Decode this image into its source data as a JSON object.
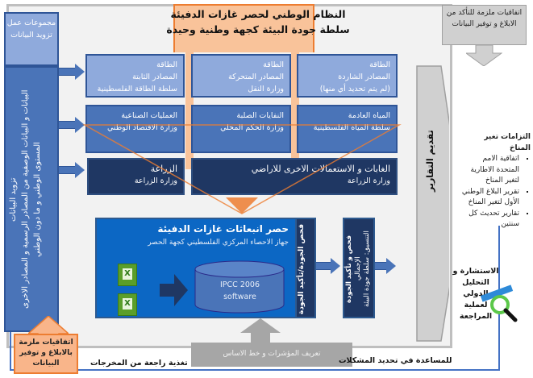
{
  "title": {
    "line1": "النظام الوطني لحصر غازات الدفيئة",
    "line2": "سلطة جودة البيئة كجهة وطنية وحيدة"
  },
  "left_panel": {
    "workgroups": "مجموعات عمل تزويد البيانات",
    "data_supply": "تزويد البيانات",
    "data_supply_detail": "البيانات و البيانات الوصفية من المصادر الرسمية و المصادر الاخرى",
    "level": "المستوى الوطني و ما دون الوطني"
  },
  "sectors": [
    {
      "title": "الطاقة",
      "subtitle": "المصادر الثابتة",
      "agency": "سلطة الطاقة الفلسطينية"
    },
    {
      "title": "الطاقة",
      "subtitle": "المصادر المتحركة",
      "agency": "وزارة النقل"
    },
    {
      "title": "الطاقة",
      "subtitle": "المصادر الشاردة",
      "agency": "(لم يتم تحديد أي منها)"
    },
    {
      "title": "العمليات الصناعية",
      "agency": "وزارة الاقتصاد الوطني"
    },
    {
      "title": "النفايات الصلبة",
      "agency": "وزارة الحكم المحلي"
    },
    {
      "title": "المياه العادمة",
      "agency": "سلطة المياه الفلسطينية"
    },
    {
      "title": "الزراعة",
      "agency": "وزارة الزراعة"
    },
    {
      "title": "الغابات و الاستعمالات الاخرى للاراضي",
      "agency": "وزارة الزراعة"
    }
  ],
  "inventory": {
    "title": "حصر انبعاثات غازات الدفيئة",
    "subtitle": "جهاز الاحصاء المركزي الفلسطيني كجهة الحصر",
    "software_line1": "IPCC 2006",
    "software_line2": "software",
    "file_icon": "excel-file-icon"
  },
  "qc_box": "فحص الجودة/تأكيد الجودة",
  "qa_box": {
    "line1": "فحص و تأكيد الجودة",
    "line2": "الإجمالي",
    "line3": "التنسيق: سلطة جودة البيئة"
  },
  "reports": "تقديم التقارير",
  "agreements_top": "اتفاقيات ملزمة للتأكد من الابلاغ و توفير البيانات",
  "agreements_bottom": "اتفاقيات ملزمة بالابلاغ و توفير البيانات",
  "obligations": {
    "heading": "التزامات تغير المناخ",
    "items": [
      "اتفاقية الامم المتحدة الاطارية لتغير المناخ",
      "تقرير البلاغ الوطني الأول لتغير المناخ",
      "تقارير تحديث كل سنتين"
    ]
  },
  "consultation": "الاستشارة و التحليل الدولي لعملية المراجعة",
  "indicators": "تعريف المؤشرات و خط الاساس",
  "feedback": "تغذية راجعة من المخرجات",
  "problem_help": "للمساعدة في تحديد المشكلات",
  "colors": {
    "light_blue": "#8faadc",
    "mid_blue": "#4a74b8",
    "dark_navy": "#1f3763",
    "inventory_blue": "#0c67c4",
    "orange": "#ed7d31",
    "light_orange": "#f9c39a",
    "gray": "#a6a6a6"
  }
}
